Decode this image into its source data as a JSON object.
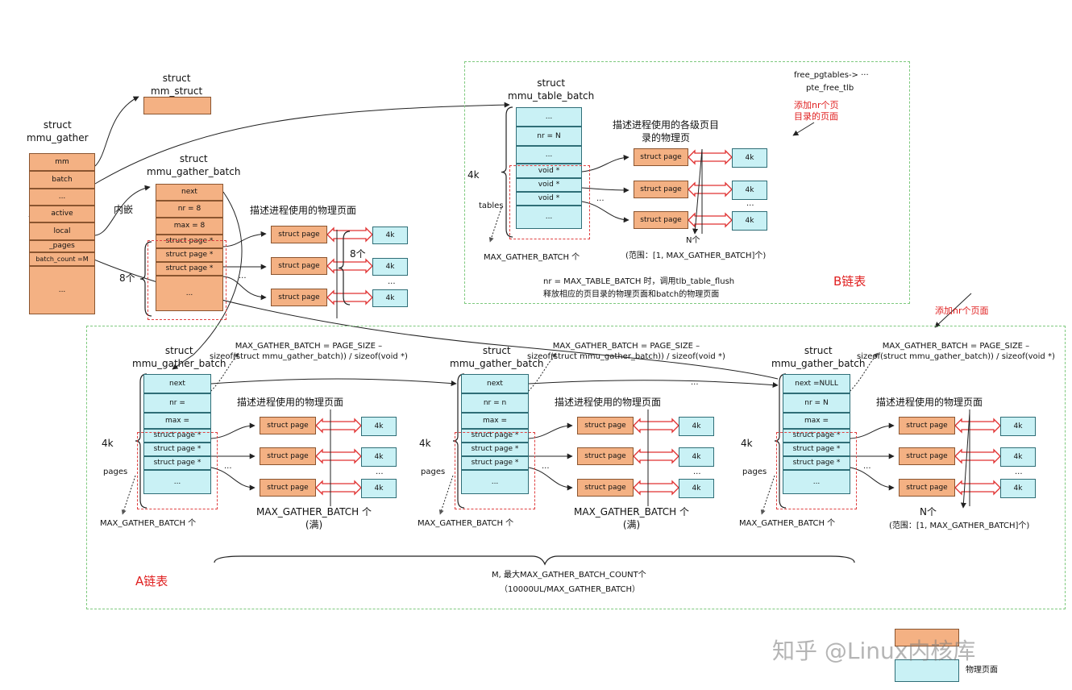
{
  "mmu_gather": {
    "title": "struct\nmmu_gather",
    "fields": [
      "mm",
      "batch",
      "...",
      "active",
      "local",
      "_pages",
      "batch_count =M",
      "..."
    ]
  },
  "mm_struct": {
    "title": "struct\nmm_struct"
  },
  "local_batch": {
    "title": "struct\nmmu_gather_batch",
    "fields": [
      "next",
      "nr = 8",
      "max = 8",
      "struct page *",
      "struct page *",
      "struct page *",
      "..."
    ],
    "embed_label": "内嵌",
    "count_label": "8个",
    "pages_title": "描述进程使用的物理页面",
    "page_count": "8个"
  },
  "table_batch": {
    "title": "struct\nmmu_table_batch",
    "fields": [
      "...",
      "nr = N",
      "...",
      "void *",
      "void *",
      "void *",
      "..."
    ],
    "size_label": "4k",
    "tables_label": "tables",
    "max_label": "MAX_GATHER_BATCH 个",
    "pages_title": "描述进程使用的各级页目\n录的物理页",
    "n_label": "N个",
    "range_label": "(范围：[1, MAX_GATHER_BATCH]个)",
    "note_line1": "nr = MAX_TABLE_BATCH 时，调用tlb_table_flush",
    "note_line2": "释放相应的页目录的物理页面和batch的物理页面",
    "free_label": "free_pgtables-> ···",
    "pte_label": "pte_free_tlb",
    "add_label": "添加nr个页\n目录的页面",
    "chain_label": "B链表"
  },
  "batches": [
    {
      "title": "struct\nmmu_gather_batch",
      "fields": [
        "next",
        "nr =",
        "max =",
        "struct page *",
        "struct page *",
        "struct page *",
        "..."
      ],
      "formula": "MAX_GATHER_BATCH = PAGE_SIZE –\nsizeof(struct mmu_gather_batch)) / sizeof(void *)",
      "bottom_label": "MAX_GATHER_BATCH 个\n(满)"
    },
    {
      "title": "struct\nmmu_gather_batch",
      "fields": [
        "next",
        "nr = n",
        "max =",
        "struct page *",
        "struct page *",
        "struct page *",
        "..."
      ],
      "formula": "MAX_GATHER_BATCH = PAGE_SIZE –\nsizeof(struct mmu_gather_batch)) / sizeof(void *)",
      "bottom_label": "MAX_GATHER_BATCH 个\n(满)"
    },
    {
      "title": "struct\nmmu_gather_batch",
      "fields": [
        "next =NULL",
        "nr = N",
        "max =",
        "struct page *",
        "struct page *",
        "struct page *",
        "..."
      ],
      "formula": "MAX_GATHER_BATCH = PAGE_SIZE –\nsizeof(struct mmu_gather_batch)) / sizeof(void *)",
      "bottom_label": "N个"
    }
  ],
  "common": {
    "struct_page": "struct page",
    "four_k": "4k",
    "dots": "...",
    "ellipsis": "···",
    "size_label": "4k",
    "pages_label": "pages",
    "max_label": "MAX_GATHER_BATCH 个",
    "pages_title": "描述进程使用的物理页面",
    "range_label": "(范围：[1, MAX_GATHER_BATCH]个)"
  },
  "a_chain": {
    "chain_label": "A链表",
    "count_line1": "M, 最大MAX_GATHER_BATCH_COUNT个",
    "count_line2": "（10000UL/MAX_GATHER_BATCH）",
    "add_label": "添加nr个页面"
  },
  "legend": {
    "second_label": "物理页面"
  },
  "watermark": "知乎 @Linux内核库",
  "colors": {
    "struct_fill": "#f4b183",
    "page_fill": "#c9f1f5",
    "accent_red": "#e02020",
    "frame_green": "#7ec97e"
  }
}
